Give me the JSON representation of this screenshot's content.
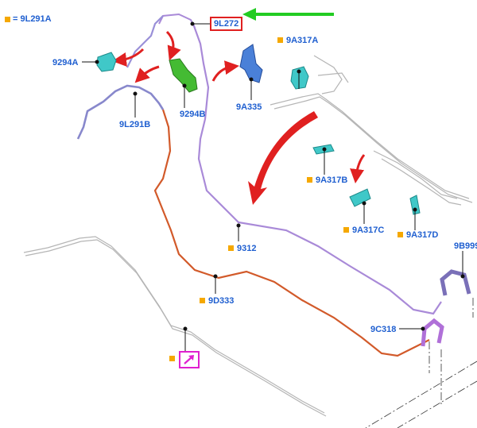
{
  "legend": {
    "marker_color": "#f5a800",
    "text": "= 9L291A"
  },
  "highlight_label": "9L272",
  "labels": {
    "l_9294A": "9294A",
    "l_9294B": "9294B",
    "l_9L291B": "9L291B",
    "l_9A335": "9A335",
    "l_9A317A": "9A317A",
    "l_9A317B": "9A317B",
    "l_9A317C": "9A317C",
    "l_9A317D": "9A317D",
    "l_9312": "9312",
    "l_9D333": "9D333",
    "l_9C318": "9C318",
    "l_9B999": "9B999"
  },
  "colors": {
    "label_text": "#1f5fd0",
    "marker": "#f5a800",
    "callout_arrow": "#e02020",
    "pointer_arrow": "#22cc22",
    "tube_purple": "#a98ad8",
    "tube_orange": "#d25a2a",
    "tube_blue": "#8888cc",
    "clip_cyan": "#40c8c8",
    "clip_green": "#44bb33",
    "bracket_blue": "#4a80d8",
    "detail_box": "#e020d0"
  },
  "icons": [
    "detail-view-icon"
  ]
}
